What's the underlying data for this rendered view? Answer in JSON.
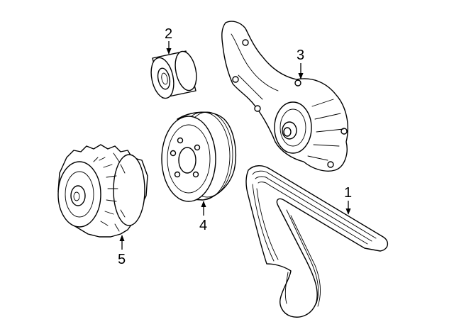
{
  "callouts": {
    "drive_belt": "1",
    "idler_pulley": "2",
    "water_pump": "3",
    "pump_pulley": "4",
    "fan_clutch": "5"
  }
}
